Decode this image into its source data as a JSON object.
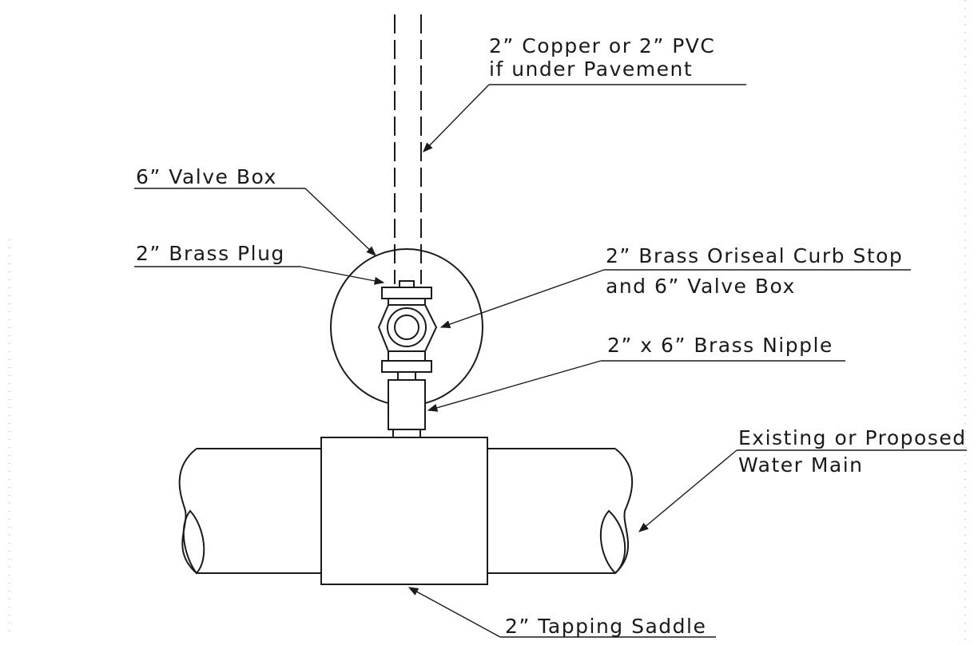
{
  "labels": {
    "pipe_line1": "2” Copper or 2” PVC",
    "pipe_line2": "if under Pavement",
    "valve_box": "6” Valve Box",
    "brass_plug": "2” Brass Plug",
    "curb_stop_line1": "2” Brass Oriseal Curb Stop",
    "curb_stop_line2": "and 6” Valve Box",
    "nipple": "2” x 6” Brass Nipple",
    "water_main_line1": "Existing or Proposed",
    "water_main_line2": "Water Main",
    "tapping_saddle": "2” Tapping Saddle"
  }
}
